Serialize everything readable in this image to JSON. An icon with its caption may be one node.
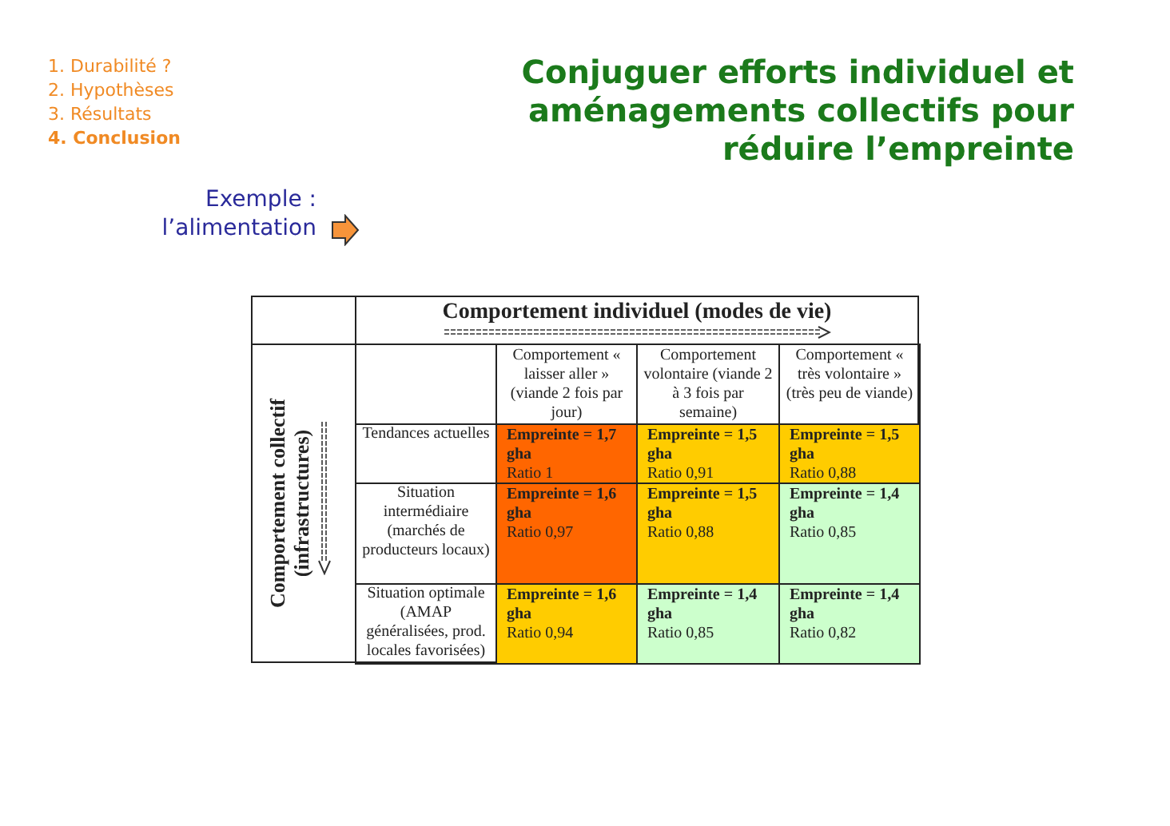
{
  "diagram": {
    "title": "Conjuguer efforts individuel et aménagements collectifs  pour réduire l’empreinte",
    "labels": [
      "1. Durabilité ?",
      "2. Hypothèses",
      "3. Résultats",
      "4. Conclusion",
      "Exemple : l’alimentation",
      "Comportement individuel (modes de vie)",
      "Comportement collectif (infrastructures)",
      "Comportement « laisser aller » (viande 2 fois par jour)",
      "Comportement volontaire (viande 2 à 3 fois par semaine)",
      "Comportement « très volontaire » (très peu de viande)",
      "Tendances actuelles",
      "Empreinte = 1,7 gha",
      "Ratio 1",
      "Empreinte = 1,5 gha",
      "Ratio 0,91",
      "Empreinte = 1,5 gha",
      "Ratio 0,88",
      "Situation intermédiaire (marchés de producteurs locaux)",
      "Empreinte = 1,6 gha",
      "Ratio 0,97",
      "Empreinte = 1,5 gha",
      "Ratio 0,88",
      "Empreinte = 1,4 gha",
      "Ratio 0,85",
      "Situation optimale (AMAP généralisées, prod. locales favorisées)",
      "Empreinte = 1,6 gha",
      "Ratio 0,94",
      "Empreinte = 1,4 gha",
      "Ratio 0,85",
      "Empreinte = 1,4 gha",
      "Ratio 0,82"
    ]
  }
}
